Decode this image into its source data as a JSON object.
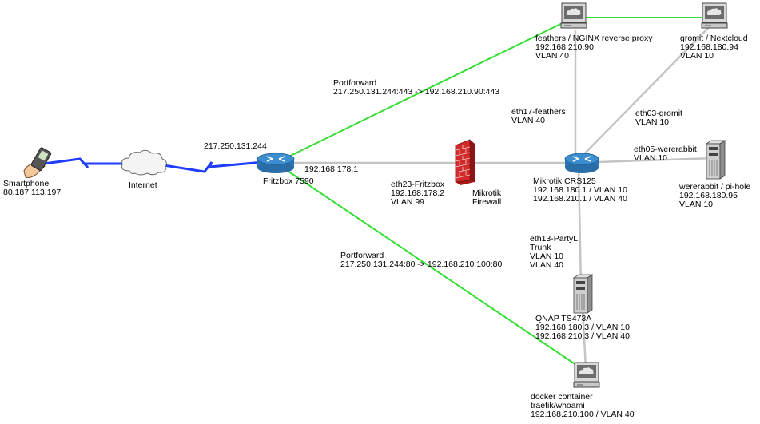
{
  "colors": {
    "internet_link": "#1f3dff",
    "portforward": "#33dd33",
    "lan": "#c4c4c4",
    "router": "#3b8fd0",
    "firewall": "#cc2222"
  },
  "nodes": {
    "smartphone": {
      "icon": "handheld-device-icon",
      "name": "Smartphone",
      "ip": "80.187.113.197"
    },
    "internet": {
      "icon": "cloud-icon",
      "name": "Internet"
    },
    "fritzbox": {
      "icon": "router-icon",
      "name": "Fritzbox 7590",
      "wan_ip": "217.250.131.244",
      "lan_ip": "192.168.178.1"
    },
    "firewall": {
      "icon": "firewall-icon",
      "name_line1": "Mikrotik",
      "name_line2": "Firewall"
    },
    "mikrotik": {
      "icon": "router-icon",
      "name": "Mikrotik CRS125",
      "ip1": "192.168.180.1 / VLAN 10",
      "ip2": "192.168.210.1 / VLAN 40"
    },
    "feathers": {
      "icon": "workstation-icon",
      "name": "feathers / NGINX reverse proxy",
      "ip": "192.168.210.90",
      "vlan": "VLAN 40"
    },
    "gromit": {
      "icon": "workstation-icon",
      "name": "gromit / Nextcloud",
      "ip": "192.168.180.94",
      "vlan": "VLAN 10"
    },
    "wererabbit": {
      "icon": "tower-server-icon",
      "name": "wererabbit / pi-hole",
      "ip": "192.168.180.95",
      "vlan": "VLAN 10"
    },
    "qnap": {
      "icon": "tower-server-icon",
      "name": "QNAP TS473A",
      "ip1": "192.168.180.3 / VLAN 10",
      "ip2": "192.168.210.3 / VLAN 40"
    },
    "docker": {
      "icon": "workstation-icon",
      "name_line1": "docker container",
      "name_line2": "traefik/whoami",
      "ip": "192.168.210.100 / VLAN 40"
    }
  },
  "links": {
    "portforward_https": {
      "title": "Portforward",
      "rule": "217.250.131.244:443 -> 192.168.210.90:443"
    },
    "portforward_http": {
      "title": "Portforward",
      "rule": "217.250.131.244:80 -> 192.168.210.100:80"
    },
    "eth23": {
      "port": "eth23-Fritzbox",
      "ip": "192.168.178.2",
      "vlan": "VLAN 99"
    },
    "eth17": {
      "port": "eth17-feathers",
      "vlan": "VLAN 40"
    },
    "eth03": {
      "port": "eth03-gromit",
      "vlan": "VLAN 10"
    },
    "eth05": {
      "port": "eth05-wererabbit",
      "vlan": "VLAN 10"
    },
    "eth13": {
      "port": "eth13-PartyL",
      "mode": "Trunk",
      "vlan1": "VLAN 10",
      "vlan2": "VLAN 40"
    }
  }
}
